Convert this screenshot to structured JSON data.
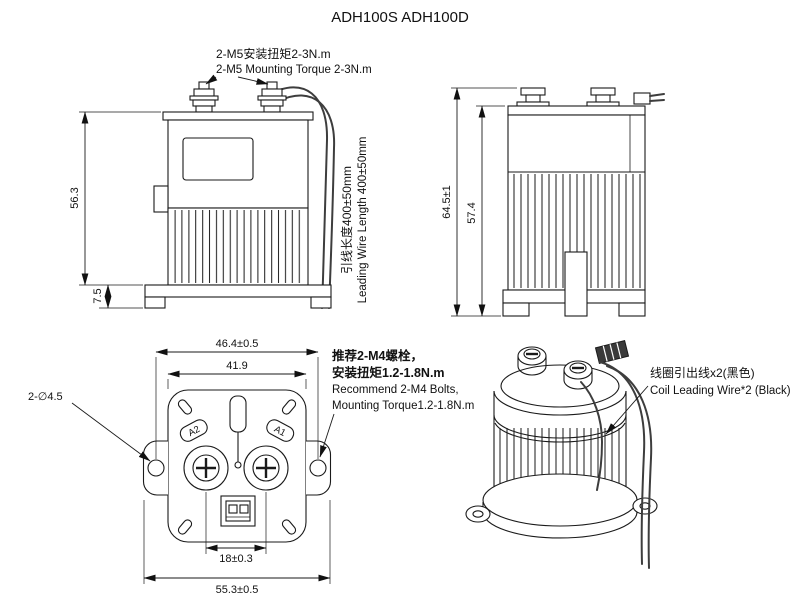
{
  "title": "ADH100S ADH100D",
  "annotations": {
    "m5_cn": "2-M5安装扭矩2-3N.m",
    "m5_en": "2-M5 Mounting Torque 2-3N.m",
    "wire_len_cn": "引线长度400±50mm",
    "wire_len_en": "Leading Wire Length 400±50mm",
    "m4_cn_1": "推荐2-M4螺栓，",
    "m4_cn_2": "安装扭矩1.2-1.8N.m",
    "m4_en_1": "Recommend 2-M4 Bolts,",
    "m4_en_2": "Mounting Torque1.2-1.8N.m",
    "coil_cn": "线圈引出线x2(黑色)",
    "coil_en": "Coil Leading Wire*2 (Black)"
  },
  "dimensions": {
    "front_total_height": "56.3",
    "front_base_height": "7.5",
    "side_total_height": "64.5±1",
    "side_body_height": "57.4",
    "hole_pitch_width": "46.4±0.5",
    "body_width": "41.9",
    "hole_diameter": "2-∅4.5",
    "terminal_pitch": "18±0.3",
    "flange_width": "55.3±0.5"
  },
  "labels": {
    "terminal_a1": "A1",
    "terminal_a2": "A2"
  },
  "colors": {
    "line": "#1a1a1a",
    "background": "#ffffff"
  }
}
